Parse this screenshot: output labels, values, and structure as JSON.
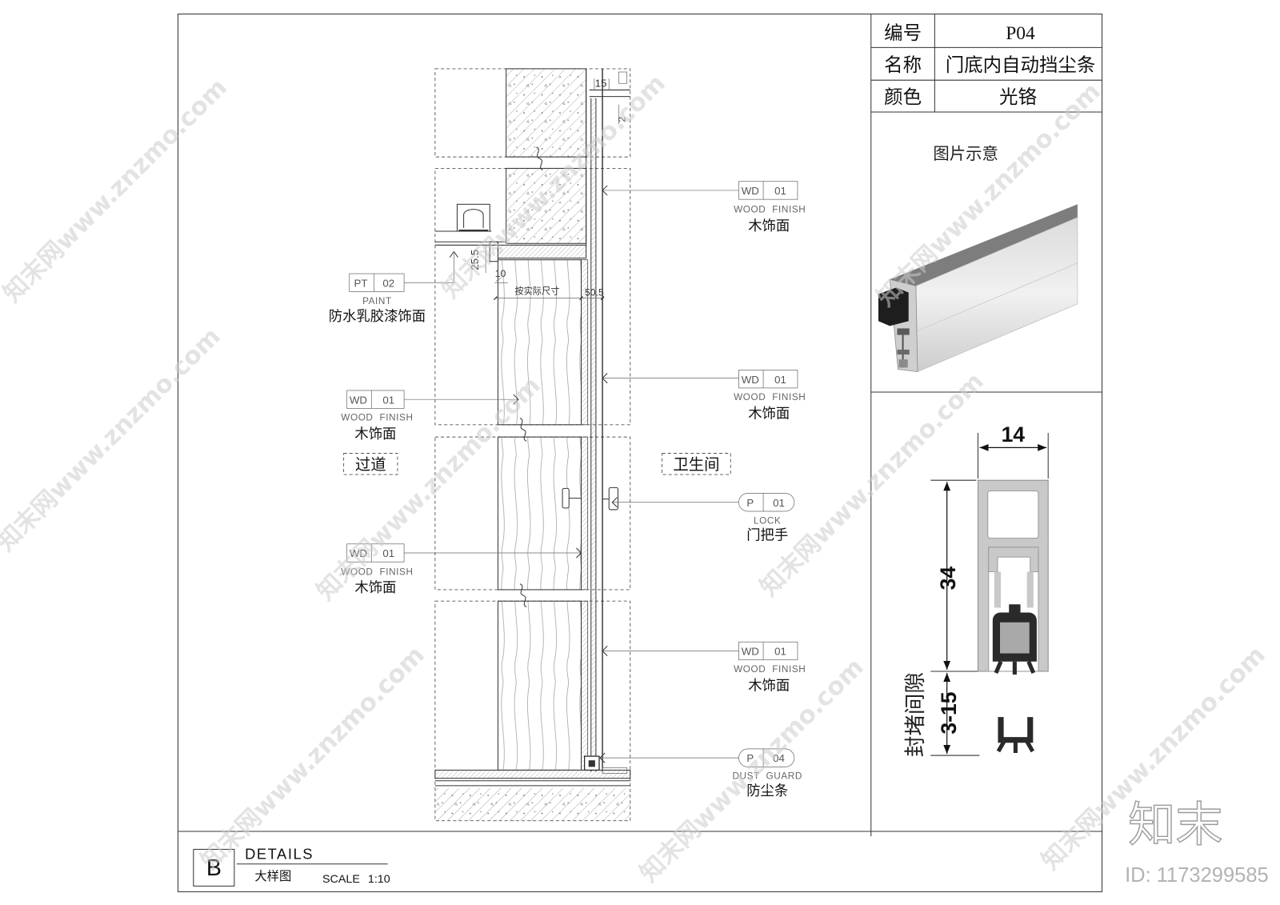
{
  "info_table": {
    "rows": [
      {
        "label": "编号",
        "value": "P04"
      },
      {
        "label": "名称",
        "value": "门底内自动挡尘条"
      },
      {
        "label": "颜色",
        "value": "光铬"
      }
    ]
  },
  "image_caption": "图片示意",
  "profile": {
    "width_dim": "14",
    "height_dim": "34",
    "gap_dim": "3-15",
    "gap_label": "封堵间隙"
  },
  "dimensions": {
    "d15": "15",
    "d2": "2",
    "d25_5": "25.5",
    "d10": "10",
    "actual_size": "按实际尺寸",
    "d50_5": "50.5"
  },
  "rooms": {
    "left": "过道",
    "right": "卫生间"
  },
  "tags": {
    "paint_left": {
      "code": "PT",
      "num": "02",
      "en": "PAINT",
      "cn": "防水乳胶漆饰面"
    },
    "wood_left_1": {
      "code": "WD",
      "num": "01",
      "en": "WOOD FINISH",
      "cn": "木饰面"
    },
    "wood_left_2": {
      "code": "WD",
      "num": "01",
      "en": "WOOD FINISH",
      "cn": "木饰面"
    },
    "wood_right_1": {
      "code": "WD",
      "num": "01",
      "en": "WOOD FINISH",
      "cn": "木饰面"
    },
    "wood_right_2": {
      "code": "WD",
      "num": "01",
      "en": "WOOD FINISH",
      "cn": "木饰面"
    },
    "lock_right": {
      "code": "P",
      "num": "01",
      "en": "LOCK",
      "cn": "门把手"
    },
    "wood_right_3": {
      "code": "WD",
      "num": "01",
      "en": "WOOD FINISH",
      "cn": "木饰面"
    },
    "dust_guard_right": {
      "code": "P",
      "num": "04",
      "en": "DUST GUARD",
      "cn": "防尘条"
    }
  },
  "title_block": {
    "letter": "B",
    "title": "DETAILS",
    "subtitle": "大样图",
    "scale": "SCALE 1:10"
  },
  "watermark": {
    "text": "知末网www.znzmo.com",
    "logo": "知末",
    "id": "ID: 1173299585"
  },
  "colors": {
    "line": "#333333",
    "seal_rubber": "#2a2a2a",
    "aluminium": "#c9c9c9"
  }
}
